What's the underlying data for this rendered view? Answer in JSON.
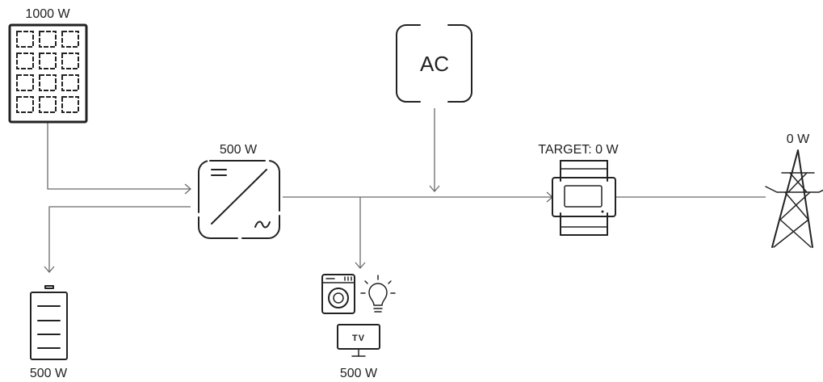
{
  "solar": {
    "power": "1000 W",
    "icon": "solar-panel-icon"
  },
  "inverter": {
    "power": "500 W",
    "icon": "inverter-icon"
  },
  "ac_source": {
    "label": "AC"
  },
  "meter": {
    "target": "TARGET: 0 W",
    "icon": "energy-meter-icon"
  },
  "grid": {
    "power": "0 W",
    "icon": "power-pylon-icon"
  },
  "battery": {
    "power": "500 W",
    "icon": "battery-icon"
  },
  "consumers": {
    "power": "500 W",
    "tv_label": "TV",
    "icons": [
      "washing-machine-icon",
      "light-bulb-icon",
      "tv-icon"
    ]
  },
  "colors": {
    "line": "#6b6b6b",
    "icon": "#222222",
    "background": "#ffffff"
  }
}
